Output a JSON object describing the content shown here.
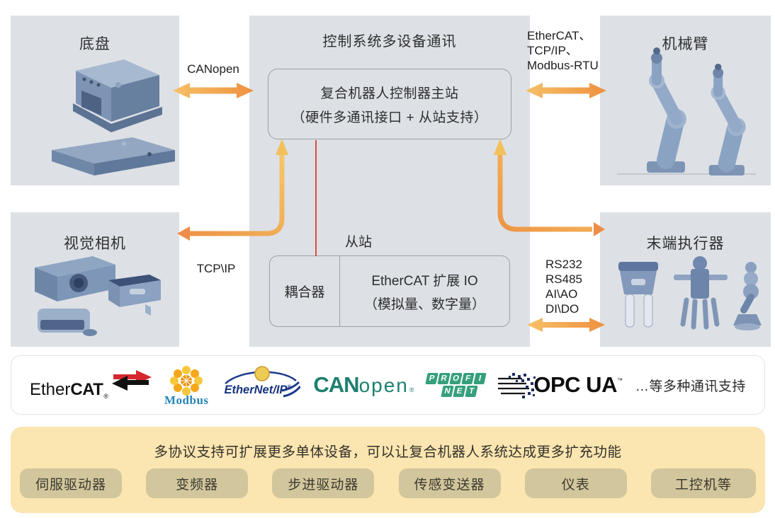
{
  "colors": {
    "panel_grey": "#dde1e6",
    "panel_border": "#9aa1a9",
    "arrow_yellow": "#f6c068",
    "arrow_orange": "#ee9140",
    "red_line": "#dd4b3c",
    "yellow_panel": "#fbe5b0",
    "pill_bg": "#d2c69c",
    "device_blue": "#7e96b8",
    "ethercat_red": "#d6272e",
    "modbus_blue": "#2586b4",
    "ethernet_ip_blue": "#17337f",
    "canopen_green": "#1e8070",
    "profinet_green": "#35a07b"
  },
  "boxes": {
    "chassis": {
      "title": "底盘"
    },
    "arm": {
      "title": "机械臂"
    },
    "camera": {
      "title": "视觉相机"
    },
    "effector": {
      "title": "末端执行器"
    },
    "center": {
      "title": "控制系统多设备通讯",
      "master_line1": "复合机器人控制器主站",
      "master_line2": "（硬件多通讯接口 + 从站支持）",
      "slave_label": "从站",
      "coupler": "耦合器",
      "io_line1": "EtherCAT 扩展 IO",
      "io_line2": "（模拟量、数字量）"
    }
  },
  "connections": {
    "chassis_label": "CANopen",
    "arm_label_line1": "EtherCAT、",
    "arm_label_line2": "TCP/IP、",
    "arm_label_line3": "Modbus-RTU",
    "camera_label": "TCP\\IP",
    "effector_label_line1": "RS232",
    "effector_label_line2": "RS485",
    "effector_label_line3": "AI\\AO",
    "effector_label_line4": "DI\\DO"
  },
  "logo_bar": {
    "ethercat": {
      "part1": "Ether",
      "part2": "CAT",
      "reg": "®"
    },
    "modbus": {
      "text": "Modbus"
    },
    "ethernet_ip": {
      "text": "EtherNet/IP",
      "reg": "®"
    },
    "canopen": {
      "part1": "CAN",
      "part2": "open",
      "reg": "®"
    },
    "profinet": {
      "row1": "PROFI",
      "row2": "NET"
    },
    "opcua": {
      "text": "OPC UA",
      "tm": "™"
    },
    "more_text": "…等多种通讯支持"
  },
  "bottom_panel": {
    "title": "多协议支持可扩展更多单体设备，可以让复合机器人系统达成更多扩充功能",
    "pills": [
      "伺服驱动器",
      "变频器",
      "步进驱动器",
      "传感变送器",
      "仪表",
      "工控机等"
    ]
  }
}
